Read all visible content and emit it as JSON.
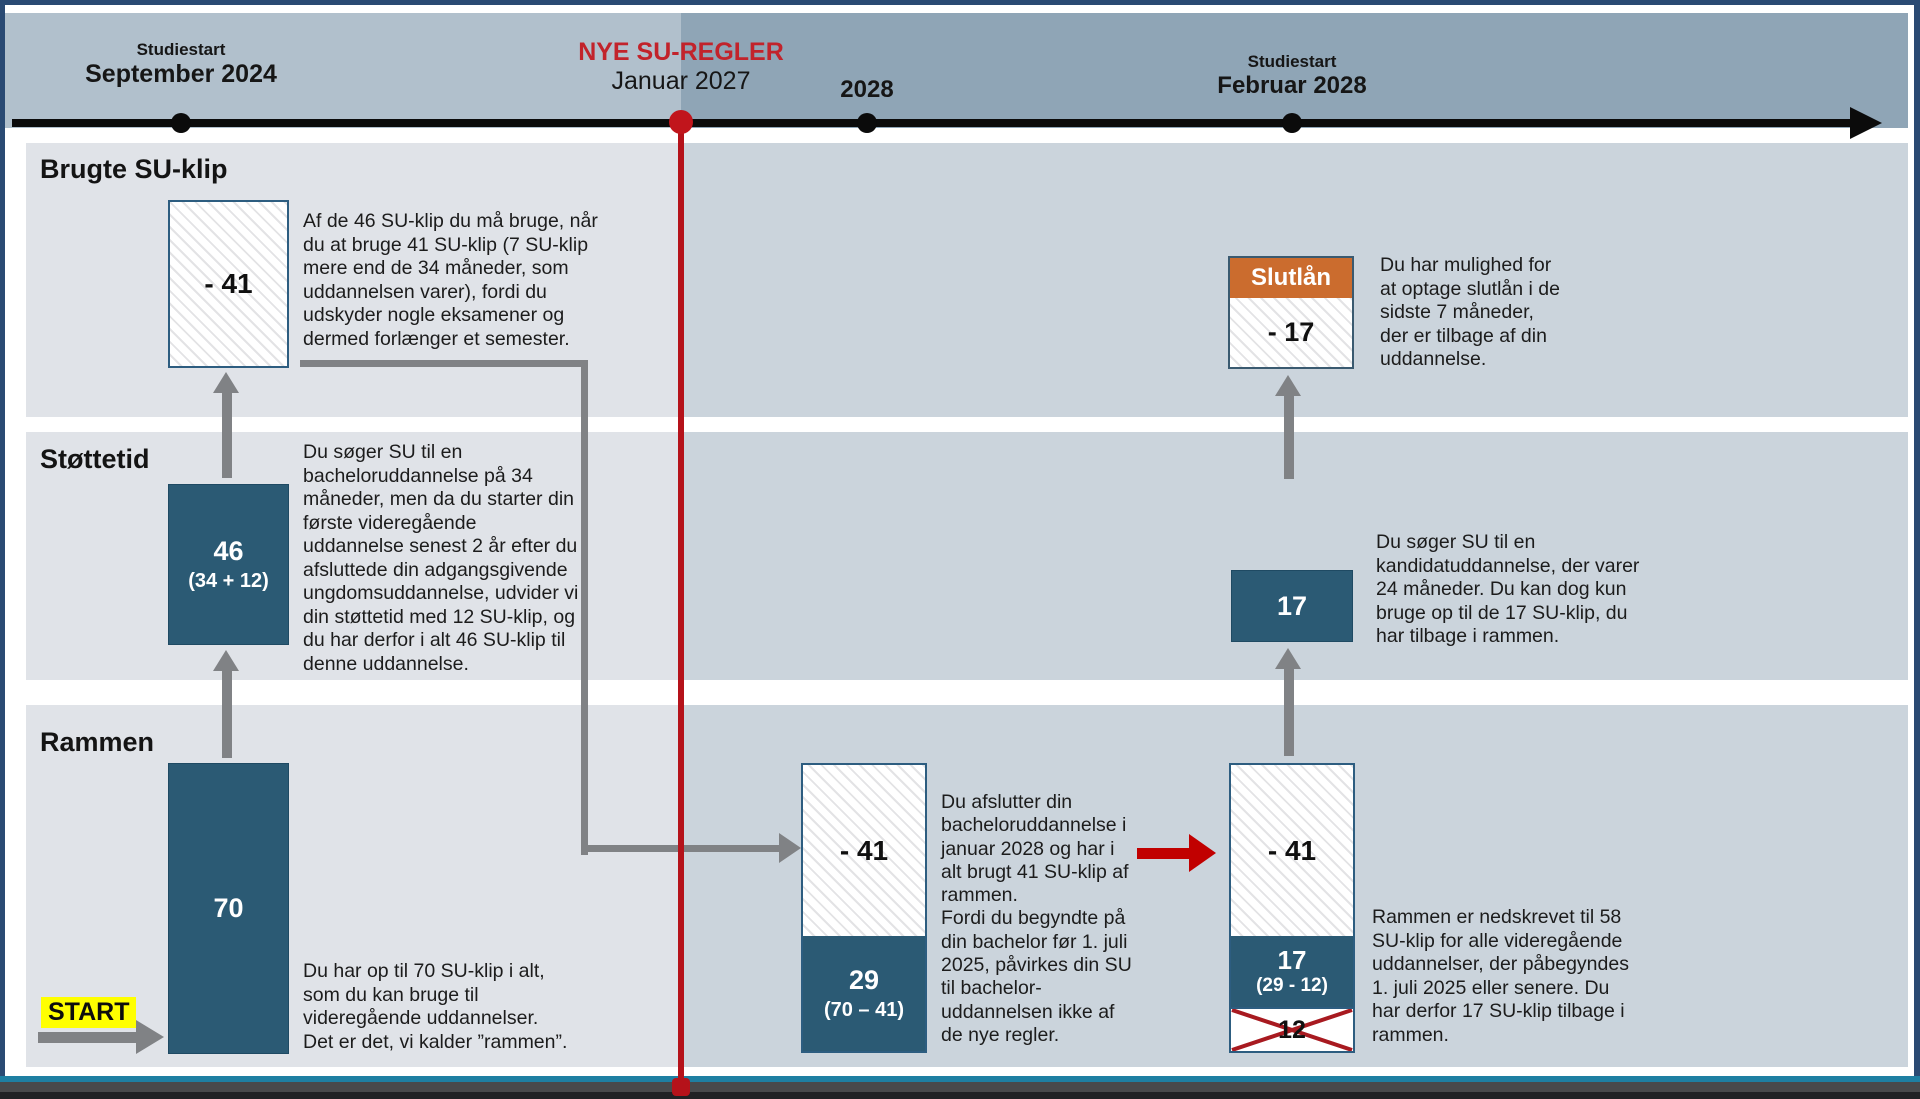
{
  "colors": {
    "border_navy": "#2a4a73",
    "banner_left": "#b1c0cc",
    "banner_right": "#8fa5b6",
    "band_left": "#e0e3e8",
    "band_right": "#cbd4dc",
    "dark_blue_box": "#2b5a74",
    "orange": "#cb6c2e",
    "red_accent": "#c2232b",
    "red_line": "#b5121a",
    "arrow_gray": "#808285",
    "highlight_yellow": "#ffff00",
    "teal_strip": "#1e7fa2"
  },
  "timeline": {
    "marker1": {
      "line1": "Studiestart",
      "line2": "September 2024"
    },
    "marker2": {
      "line1": "NYE SU-REGLER",
      "line2": "Januar 2027"
    },
    "marker3": {
      "line2": "2028"
    },
    "marker4": {
      "line1": "Studiestart",
      "line2": "Februar 2028"
    }
  },
  "bands": {
    "brugte": {
      "label": "Brugte SU-klip"
    },
    "stottetid": {
      "label": "Støttetid"
    },
    "rammen": {
      "label": "Rammen"
    }
  },
  "sep2024": {
    "used_box_value": "- 41",
    "used_note": "Af de 46 SU-klip du må bruge, når\ndu at bruge 41 SU-klip (7 SU-klip\nmere end de 34 måneder, som\nuddannelsen varer), fordi du\nudskyder nogle eksamener og\ndermed forlænger et semester.",
    "support_box_value": "46",
    "support_box_sub": "(34 + 12)",
    "support_note": "Du søger SU til en\nbacheloruddannelse på 34\nmåneder, men da du starter din\nførste videregående\nuddannelse senest 2 år efter du\nafsluttede din adgangsgivende\nungdomsuddannelse, udvider vi\ndin støttetid med 12 SU-klip, og\ndu har derfor i alt 46 SU-klip til\ndenne uddannelse.",
    "frame_box_value": "70",
    "frame_note": "Du har op til 70 SU-klip i alt,\nsom du kan bruge til\nvideregående uddannelser.\nDet er det, vi kalder ”rammen”.",
    "start_label": "START"
  },
  "jan2028": {
    "used_value": "- 41",
    "remaining_value": "29",
    "remaining_sub": "(70 – 41)",
    "note": "Du afslutter din\nbacheloruddannelse i\njanuar 2028 og har i\nalt brugt 41 SU-klip af\nrammen.\nFordi du begyndte på\ndin bachelor før 1. juli\n2025, påvirkes din SU\ntil bachelor-\nuddannelsen ikke af\nde nye regler."
  },
  "feb2028": {
    "loan_header": "Slutlån",
    "loan_value": "- 17",
    "loan_note": "Du har mulighed for\nat optage slutlån i de\nsidste 7 måneder,\nder er tilbage af din\nuddannelse.",
    "support_box_value": "17",
    "support_note": "Du søger SU til en\nkandidatuddannelse, der varer\n24 måneder. Du kan dog kun\nbruge op til de 17 SU-klip, du\nhar tilbage i rammen.",
    "frame_used_value": "- 41",
    "frame_value": "17",
    "frame_sub": "(29 - 12)",
    "frame_crossed_value": "12",
    "frame_note": "Rammen er nedskrevet til 58\nSU-klip for alle videregående\nuddannelser, der påbegyndes\n1. juli 2025 eller senere. Du\nhar derfor 17 SU-klip tilbage i\nrammen."
  }
}
